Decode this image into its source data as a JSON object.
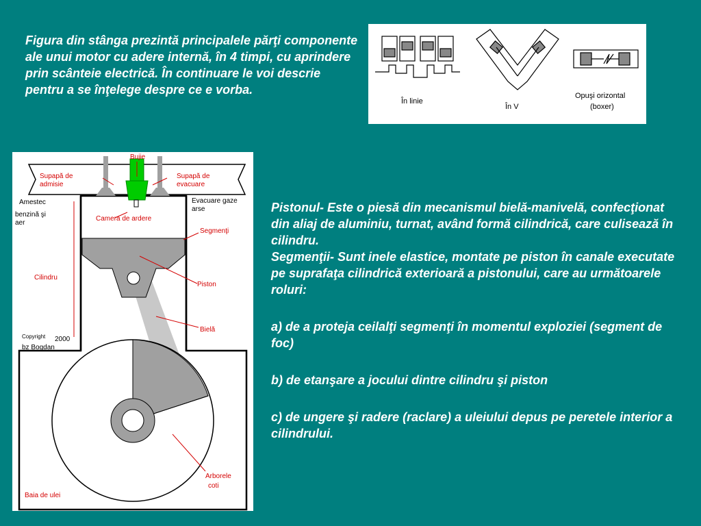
{
  "intro_text": "Figura din stânga prezintă principalele părţi componente ale unui motor cu adere internă, în 4 timpi, cu aprindere prin scânteie electrică. În continuare le voi descrie pentru a se înţelege despre ce e vorba.",
  "engine_layouts": {
    "inline_label": "În linie",
    "v_label": "În V",
    "boxer_label_line1": "Opuşi orizontal",
    "boxer_label_line2": "(boxer)"
  },
  "engine_diagram": {
    "labels": {
      "bujie": "Bujie",
      "intake_valve_l1": "Supapă de",
      "intake_valve_l2": "admisie",
      "exhaust_valve_l1": "Supapă de",
      "exhaust_valve_l2": "evacuare",
      "mixture_l1": "Amestec",
      "mixture_l2": "benzină şi",
      "mixture_l3": "aer",
      "exhaust_gas_l1": "Evacuare gaze",
      "exhaust_gas_l2": "arse",
      "chamber": "Camera de ardere",
      "rings": "Segmenţi",
      "cylinder": "Cilindru",
      "piston": "Piston",
      "rod": "Bielă",
      "copyright_l1": "Copyright",
      "copyright_year": "2000",
      "copyright_l2": "bz Bogdan",
      "crankshaft_l1": "Arborele",
      "crankshaft_l2": "coti",
      "oil_pan": "Baia de ulei"
    }
  },
  "body": {
    "piston_definition": "Pistonul- Este o piesă din mecanismul bielă-manivelă, confecţionat din aliaj de aluminiu, turnat, având formă cilindrică, care culisează în cilindru.",
    "rings_definition": "Segmenţii- Sunt inele elastice, montate pe piston în canale executate pe suprafaţa cilindrică exterioară a pistonului, care au următoarele roluri:",
    "item_a": "a)   de a proteja ceilalţi segmenţi în momentul exploziei (segment de foc)",
    "item_b": "b)   de etanşare a jocului dintre cilindru şi piston",
    "item_c": "c)   de ungere şi radere (raclare) a uleiului depus pe peretele interior a cilindrului."
  },
  "colors": {
    "background": "#007f7f",
    "label_red": "#d40000",
    "spark_plug_green": "#00cc00",
    "part_gray": "#a0a0a0"
  }
}
